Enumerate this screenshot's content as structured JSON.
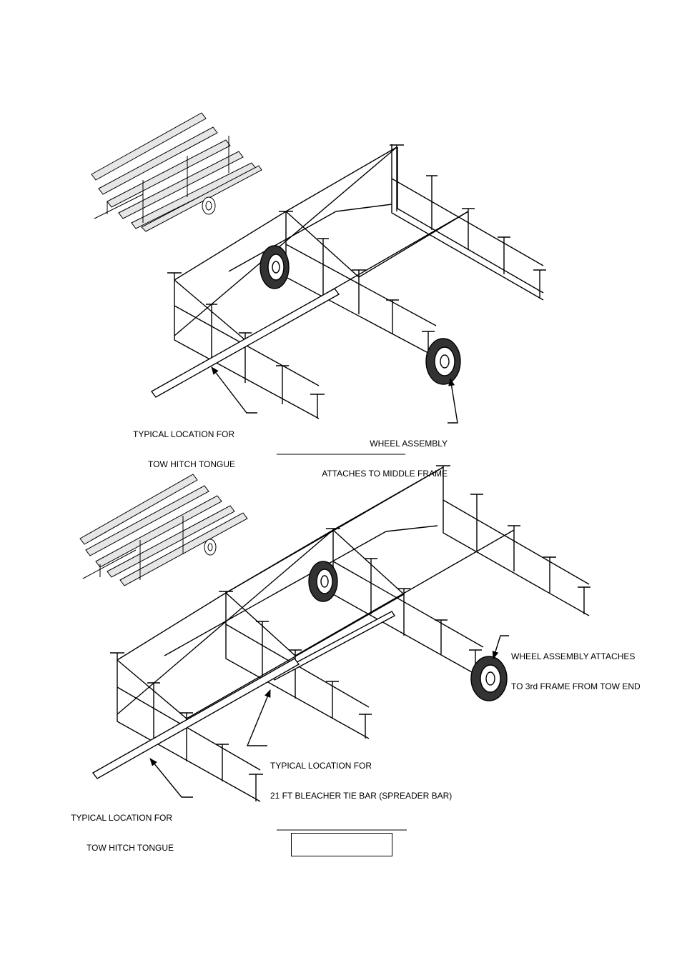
{
  "diagram1": {
    "tow_label": [
      "TYPICAL LOCATION FOR",
      "TOW HITCH TONGUE"
    ],
    "wheel_label": [
      "WHEEL ASSEMBLY",
      "ATTACHES TO MIDDLE FRAME"
    ]
  },
  "diagram2": {
    "wheel_label": [
      "WHEEL ASSEMBLY ATTACHES",
      "TO 3rd FRAME FROM TOW END"
    ],
    "tiebar_label": [
      "TYPICAL LOCATION FOR",
      "21 FT BLEACHER TIE BAR (SPREADER BAR)"
    ],
    "tow_label": [
      "TYPICAL LOCATION FOR",
      "TOW HITCH TONGUE"
    ]
  },
  "caption": ""
}
